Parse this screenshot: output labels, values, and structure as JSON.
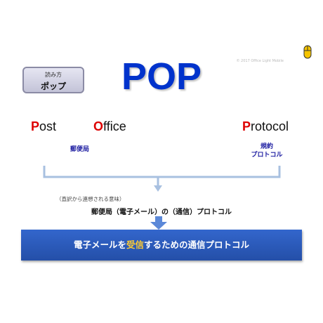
{
  "reading": {
    "caption": "読み方",
    "value": "ポップ"
  },
  "title": "POP",
  "copyright": "© 2017 Office Light Mobile",
  "words": {
    "post": {
      "initial": "P",
      "rest": "ost"
    },
    "office": {
      "initial": "O",
      "rest": "ffice"
    },
    "protocol": {
      "initial": "P",
      "rest": "rotocol"
    }
  },
  "sub_labels": {
    "post": "郵便局",
    "protocol_line1": "規約",
    "protocol_line2": "プロトコル"
  },
  "note": "（直訳から連想される意味）",
  "result": "郵便局（電子メール）の（通信）プロトコル",
  "banner": {
    "prefix": "電子メールを",
    "highlight": "受信",
    "suffix": "するための通信プロトコル"
  },
  "colors": {
    "title": "#0033cc",
    "initials": "#dd0000",
    "banner": "#3366cc",
    "highlight": "#ffcc33",
    "bracket": "#a8c0e0"
  },
  "icons": {
    "top_right": "mouse-icon"
  }
}
